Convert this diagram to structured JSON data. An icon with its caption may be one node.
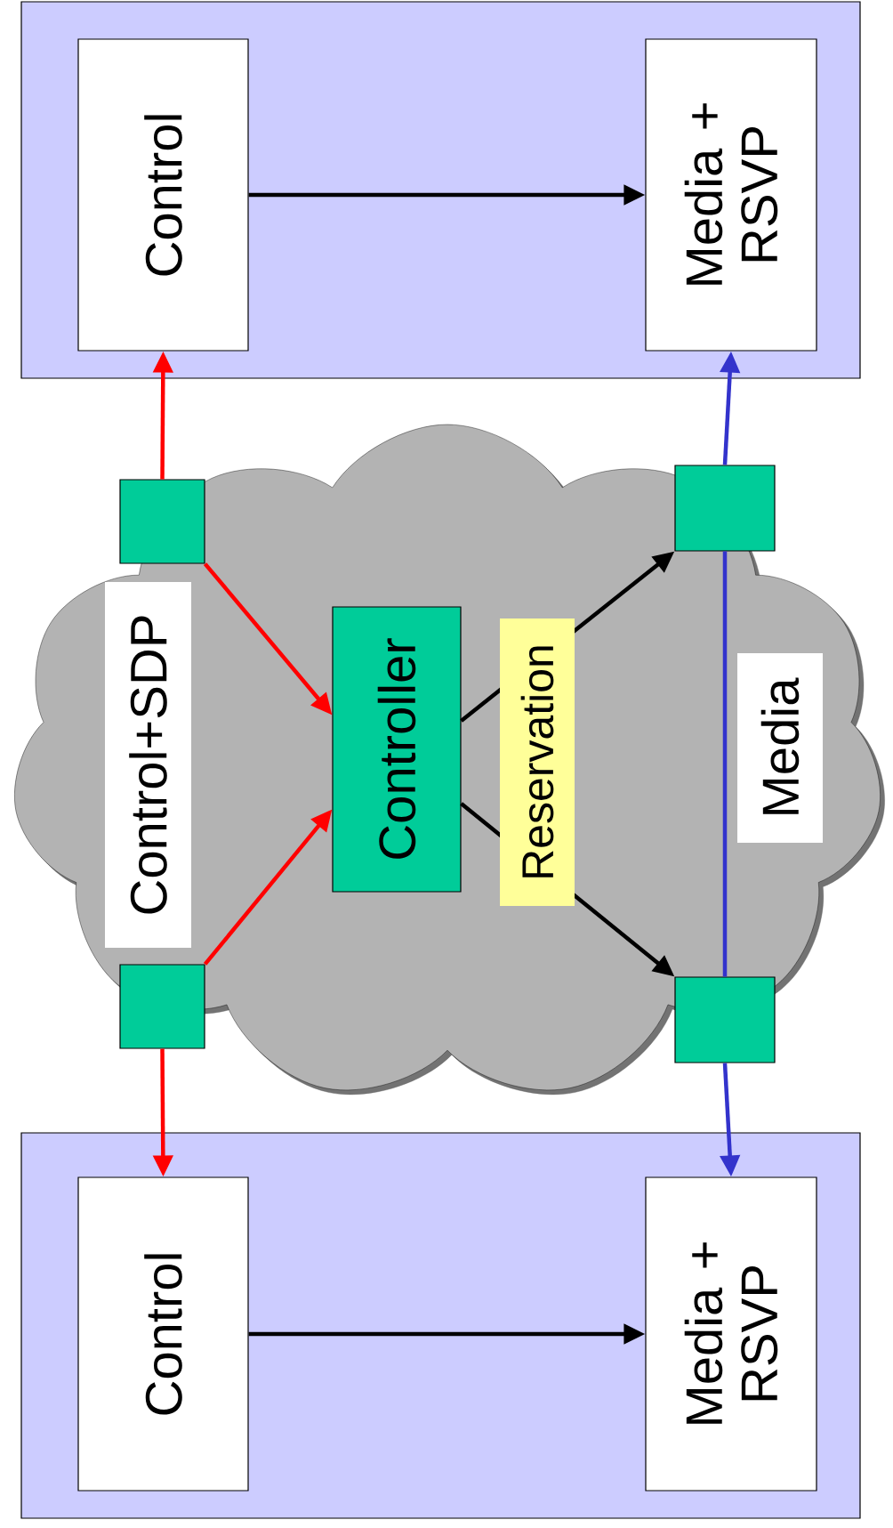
{
  "diagram": {
    "nodes": [
      {
        "text": [],
        "shape": "box"
      },
      {
        "text": [
          "Control"
        ],
        "in": 0
      },
      {
        "text": [
          "Media + RSVP"
        ],
        "in": 0
      },
      {
        "text": [],
        "shape": "cloud"
      },
      {
        "text": [],
        "shape": "box",
        "in": 3
      },
      {
        "text": [],
        "shape": "box",
        "in": 3
      },
      {
        "text": [
          "Controller"
        ],
        "in": 3
      },
      {
        "text": [],
        "shape": "box",
        "in": 3
      },
      {
        "text": [],
        "shape": "box",
        "in": 3
      },
      {
        "text": [],
        "shape": "box"
      },
      {
        "text": [
          "Control"
        ],
        "in": 9
      },
      {
        "text": [
          "Media + RSVP"
        ],
        "in": 9
      }
    ],
    "edges": [
      {
        "from": 1,
        "to": 2,
        "arrow": "to"
      },
      {
        "from": 4,
        "to": 1,
        "arrow": "to",
        "color": "#ff0000"
      },
      {
        "from": 4,
        "to": 6,
        "arrow": "to",
        "color": "#ff0000"
      },
      {
        "from": 7,
        "to": 6,
        "arrow": "to",
        "color": "#ff0000"
      },
      {
        "from": 7,
        "to": 10,
        "arrow": "to",
        "color": "#ff0000"
      },
      {
        "from": 6,
        "to": 5,
        "arrow": "to"
      },
      {
        "from": 6,
        "to": 8,
        "arrow": "to"
      },
      {
        "from": 5,
        "to": 2,
        "arrow": "to",
        "color": "#3333cc"
      },
      {
        "from": 5,
        "to": 8,
        "arrow": "none",
        "color": "#3333cc"
      },
      {
        "from": 8,
        "to": 11,
        "arrow": "to",
        "color": "#3333cc"
      },
      {
        "from": 10,
        "to": 11,
        "arrow": "to"
      }
    ],
    "labels": [
      "Control+SDP",
      "Reservation",
      "Media"
    ]
  }
}
